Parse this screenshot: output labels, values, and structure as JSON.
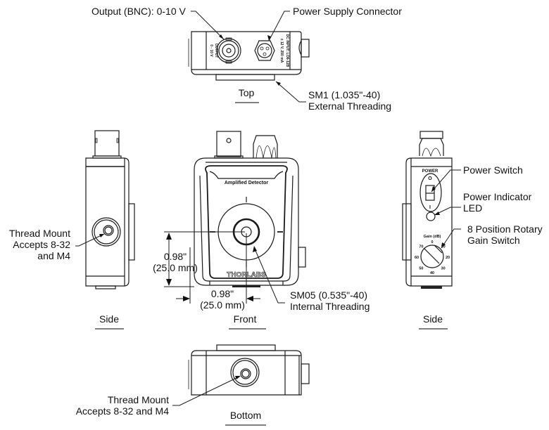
{
  "diagram": {
    "title": "Amplified Detector Mechanical Drawing",
    "device_label": "Amplified Detector",
    "brand": "THORLABS",
    "views": {
      "top": "Top",
      "side_left": "Side",
      "front": "Front",
      "side_right": "Side",
      "bottom": "Bottom"
    },
    "callouts": {
      "output_bnc": "Output (BNC): 0-10 V",
      "power_supply": "Power Supply Connector",
      "sm1_line1": "SM1 (1.035\"-40)",
      "sm1_line2": "External Threading",
      "thread_mount_side_line1": "Thread Mount",
      "thread_mount_side_line2": "Accepts 8-32",
      "thread_mount_side_line3": "and M4",
      "power_switch": "Power Switch",
      "power_led_line1": "Power Indicator",
      "power_led_line2": "LED",
      "gain_switch_line1": "8 Position Rotary",
      "gain_switch_line2": "Gain Switch",
      "sm05_line1": "SM05 (0.535\"-40)",
      "sm05_line2": "Internal Threading",
      "thread_mount_bottom_line1": "Thread Mount",
      "thread_mount_bottom_line2": "Accepts 8-32 and M4"
    },
    "dimensions": {
      "vertical_in": "0.98\"",
      "vertical_mm": "(25.0 mm)",
      "horizontal_in": "0.98\"",
      "horizontal_mm": "(25.0 mm)"
    },
    "panel_text": {
      "output_line1": "OUTPUT",
      "output_line2": "0 - 10 V",
      "dc_input_line1": "DC INPUT: LO6-12B",
      "dc_input_line2": "± 12 V, 250 mA",
      "power_label": "POWER",
      "power_off": "O",
      "power_on": "I",
      "gain_label": "Gain (dB)",
      "gain_positions": [
        "0",
        "10",
        "20",
        "30",
        "40",
        "50",
        "60",
        "70"
      ]
    }
  }
}
